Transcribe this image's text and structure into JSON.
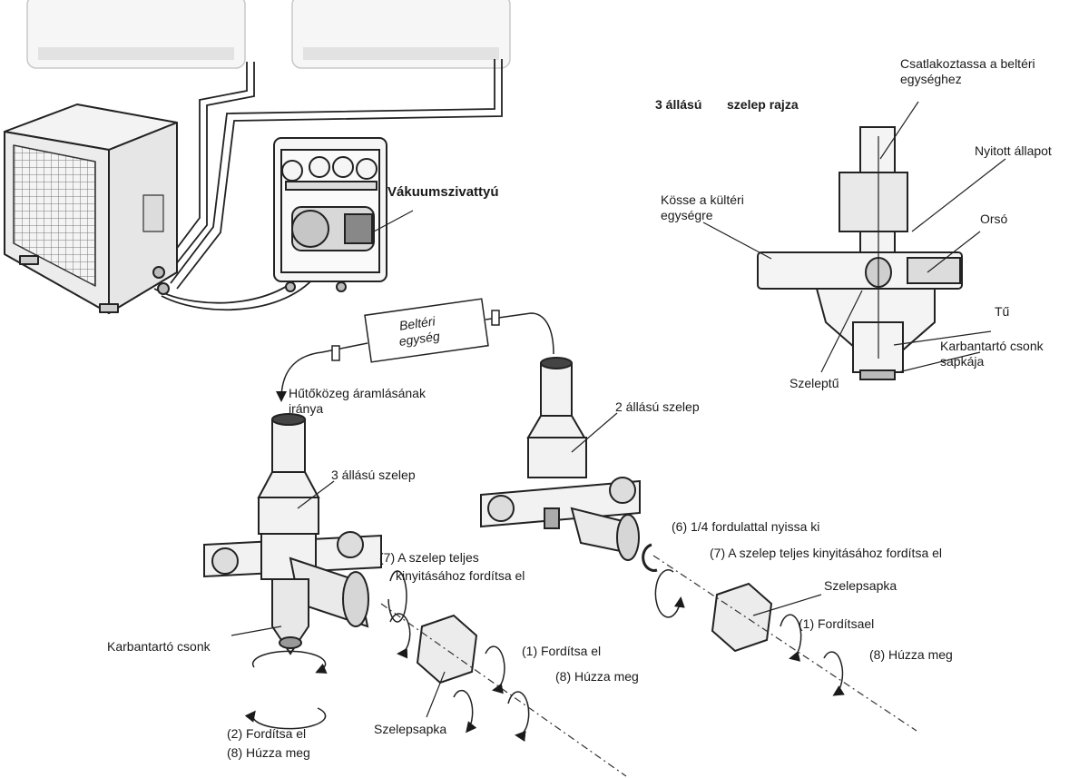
{
  "labels": {
    "vacuum_pump": "Vákuumszivattyú",
    "indoor_unit": "Beltéri egység",
    "flow_direction": "Hűtőközeg áramlásának iránya",
    "valve_3way": "3 állású szelep",
    "valve_2way": "2 állású szelep",
    "service_port": "Karbantartó csonk",
    "step_2_turn": "(2) Fordítsa el",
    "step_8_tighten_a": "(8) Húzza meg",
    "valve_cap_a": "Szelepsapka",
    "step_1_turn_a": "(1) Fordítsa el",
    "step_8_tighten_b": "(8) Húzza meg",
    "step_7_open_a_line1": "(7) A szelep teljes",
    "step_7_open_a_line2": "kinyitásához fordítsa el",
    "step_6_quarter": "(6) 1/4 fordulattal nyissa ki",
    "step_7_open_b": "(7) A szelep teljes kinyitásához fordítsa el",
    "valve_cap_b": "Szelepsapka",
    "step_1_turn_b": "(1) Fordítsael",
    "step_8_tighten_c": "(8) Húzza meg"
  },
  "cross_section": {
    "title_a": "3 állású",
    "title_b": "szelep rajza",
    "connect_indoor": "Csatlakoztassa a beltéri egységhez",
    "open_state": "Nyitott állapot",
    "connect_outdoor": "Kösse a kültéri egységre",
    "spindle": "Orsó",
    "needle": "Tű",
    "service_cap": "Karbantartó csonk sapkája",
    "valve_needle": "Szeleptű"
  }
}
